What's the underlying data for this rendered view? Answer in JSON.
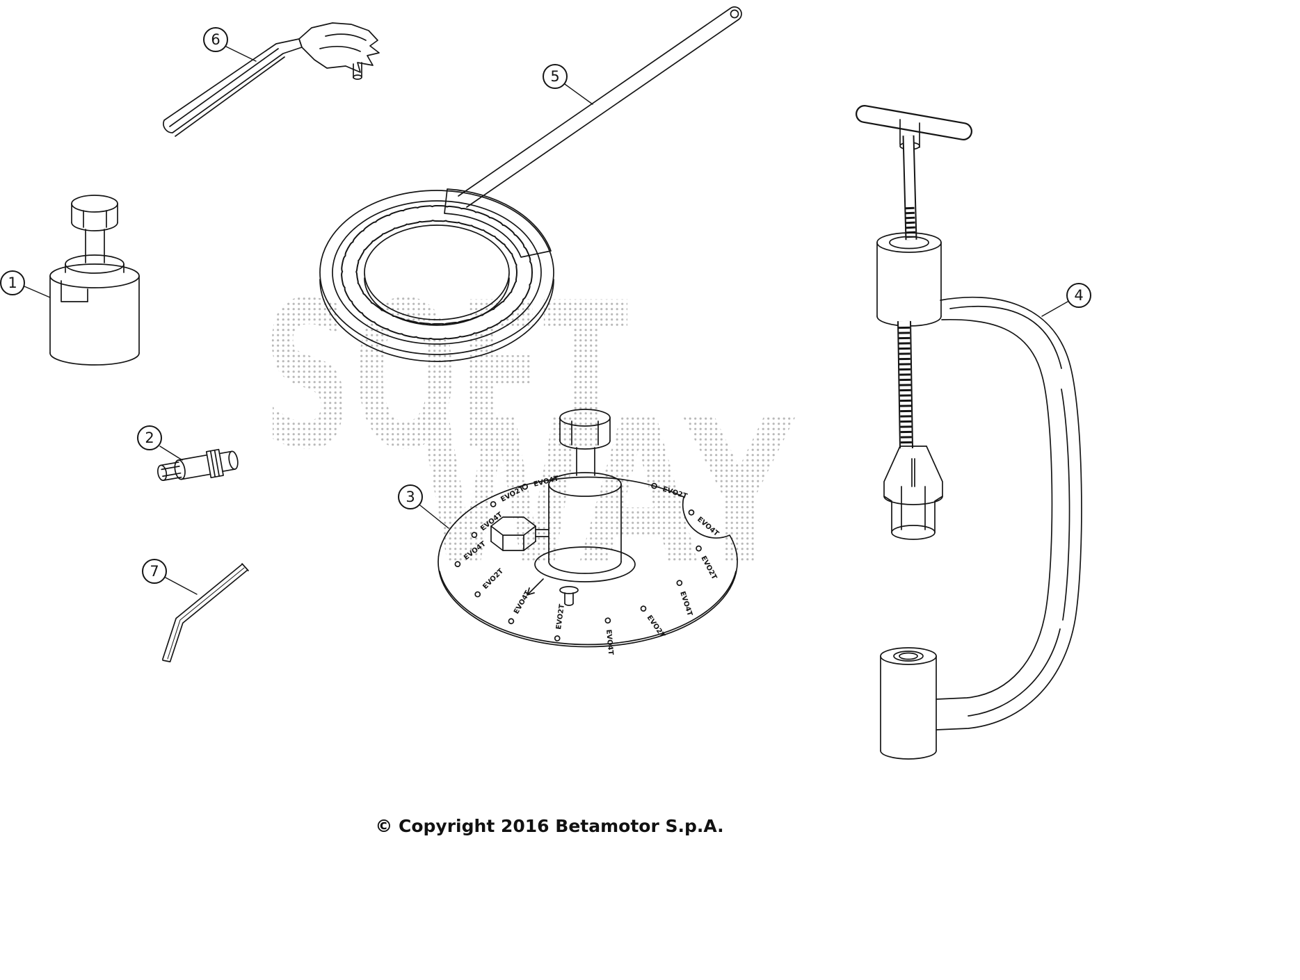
{
  "colors": {
    "ink": "#151515",
    "watermark_dot": "#b9b9b9",
    "background": "#ffffff"
  },
  "watermark": {
    "line1": "SOFT",
    "line2": "WAY"
  },
  "footer": {
    "copyright": "© Copyright 2016 Betamotor S.p.A."
  },
  "callouts": [
    {
      "number": "1"
    },
    {
      "number": "2"
    },
    {
      "number": "3"
    },
    {
      "number": "4"
    },
    {
      "number": "5"
    },
    {
      "number": "6"
    },
    {
      "number": "7"
    }
  ],
  "degree_disc": {
    "mark_a": "EVO4T",
    "mark_b": "EVO2T"
  }
}
